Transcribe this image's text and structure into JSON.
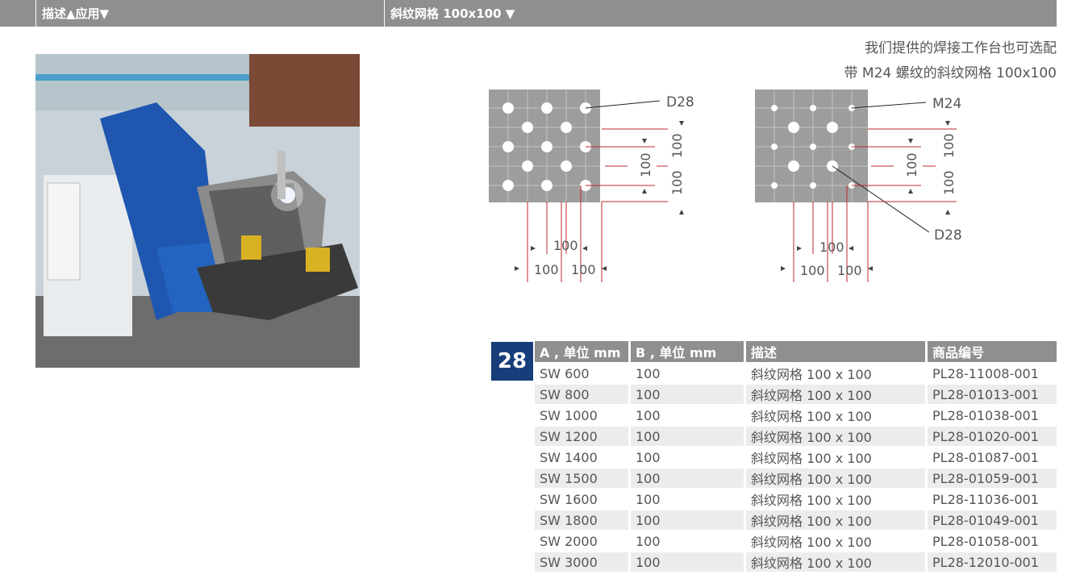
{
  "header": {
    "left_label": "描述▲应用▼",
    "right_label": "斜纹网格 100x100 ▼"
  },
  "note": {
    "line1": "我们提供的焊接工作台也可选配",
    "line2": "带 M24 螺纹的斜纹网格 100x100"
  },
  "diagram_left": {
    "hole_label": "D28",
    "dims": [
      "100",
      "100",
      "100",
      "100",
      "100",
      "100"
    ]
  },
  "diagram_right": {
    "thread_label": "M24",
    "hole_label": "D28",
    "dims": [
      "100",
      "100",
      "100",
      "100",
      "100",
      "100"
    ]
  },
  "page_badge": "28",
  "table": {
    "headers": [
      "A , 单位 mm",
      "B , 单位 mm",
      "描述",
      "商品编号"
    ],
    "rows": [
      [
        "SW 600",
        "100",
        "斜纹网格 100 x 100",
        "PL28-11008-001"
      ],
      [
        "SW 800",
        "100",
        "斜纹网格 100 x 100",
        "PL28-01013-001"
      ],
      [
        "SW 1000",
        "100",
        "斜纹网格 100 x 100",
        "PL28-01038-001"
      ],
      [
        "SW 1200",
        "100",
        "斜纹网格 100 x 100",
        "PL28-01020-001"
      ],
      [
        "SW 1400",
        "100",
        "斜纹网格 100 x 100",
        "PL28-01087-001"
      ],
      [
        "SW 1500",
        "100",
        "斜纹网格 100 x 100",
        "PL28-01059-001"
      ],
      [
        "SW 1600",
        "100",
        "斜纹网格 100 x 100",
        "PL28-11036-001"
      ],
      [
        "SW 1800",
        "100",
        "斜纹网格 100 x 100",
        "PL28-01049-001"
      ],
      [
        "SW 2000",
        "100",
        "斜纹网格 100 x 100",
        "PL28-01058-001"
      ],
      [
        "SW 3000",
        "100",
        "斜纹网格 100 x 100",
        "PL28-12010-001"
      ]
    ]
  },
  "colors": {
    "header_bg": "#8f8f8f",
    "badge_bg": "#173e7a",
    "dim_line": "#c1272d",
    "row_alt": "#ececec"
  }
}
